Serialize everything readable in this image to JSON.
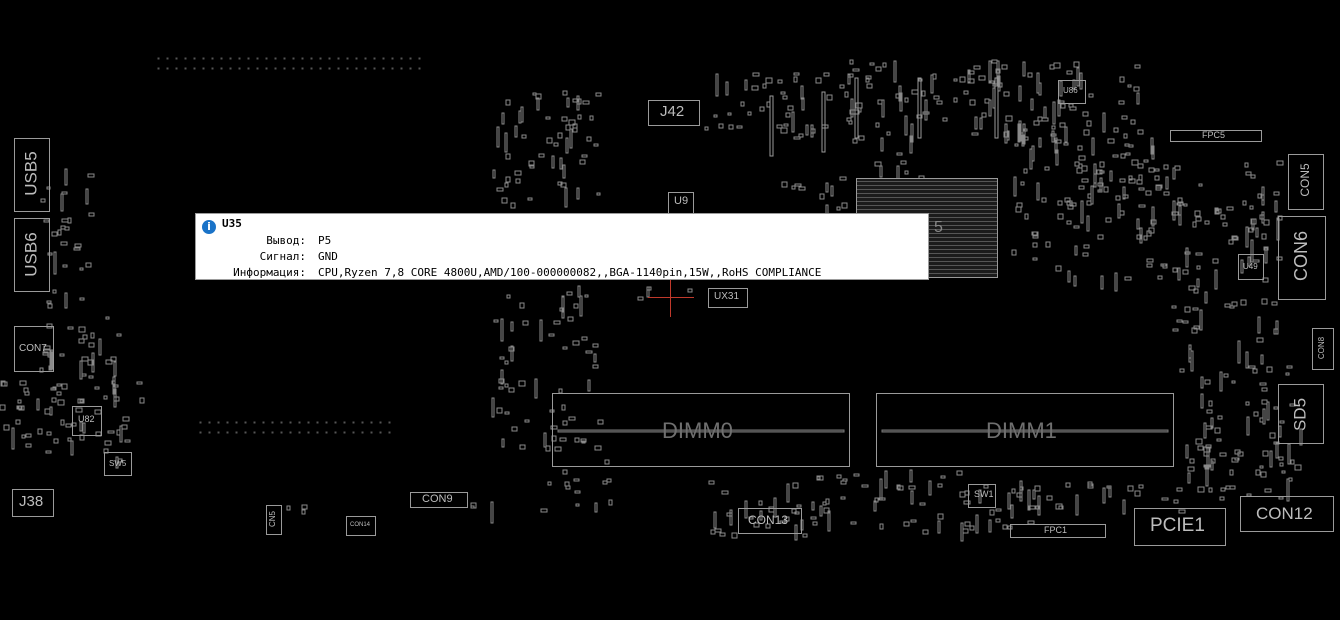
{
  "tooltip": {
    "component": "U35",
    "rows": [
      {
        "key": "Вывод:",
        "value": "P5"
      },
      {
        "key": "Сигнал:",
        "value": "GND"
      },
      {
        "key": "Информация:",
        "value": "CPU,Ryzen 7,8 CORE 4800U,AMD/100-000000082,,BGA-1140pin,15W,,RoHS COMPLIANCE"
      }
    ]
  },
  "components": {
    "usb5": "USB5",
    "usb6": "USB6",
    "con7": "CON7",
    "j38": "J38",
    "u82": "U82",
    "sw5": "SW5",
    "cn5": "CN5",
    "con14": "CON14",
    "con9": "CON9",
    "j42": "J42",
    "u9": "U9",
    "ux31": "UX31",
    "cpu_partial": "5",
    "dimm0": "DIMM0",
    "dimm1": "DIMM1",
    "con13": "CON13",
    "sw1": "SW1",
    "fpc1": "FPC1",
    "pcie1": "PCIE1",
    "con12": "CON12",
    "sd5": "SD5",
    "con6": "CON6",
    "con5": "CON5",
    "fpc5": "FPC5",
    "u86": "U86",
    "u49": "U49",
    "con8": "CON8"
  },
  "colors": {
    "background": "#000000",
    "outline": "#9a9a9a",
    "info_icon": "#1a73c8",
    "crosshair": "#c0392b"
  }
}
